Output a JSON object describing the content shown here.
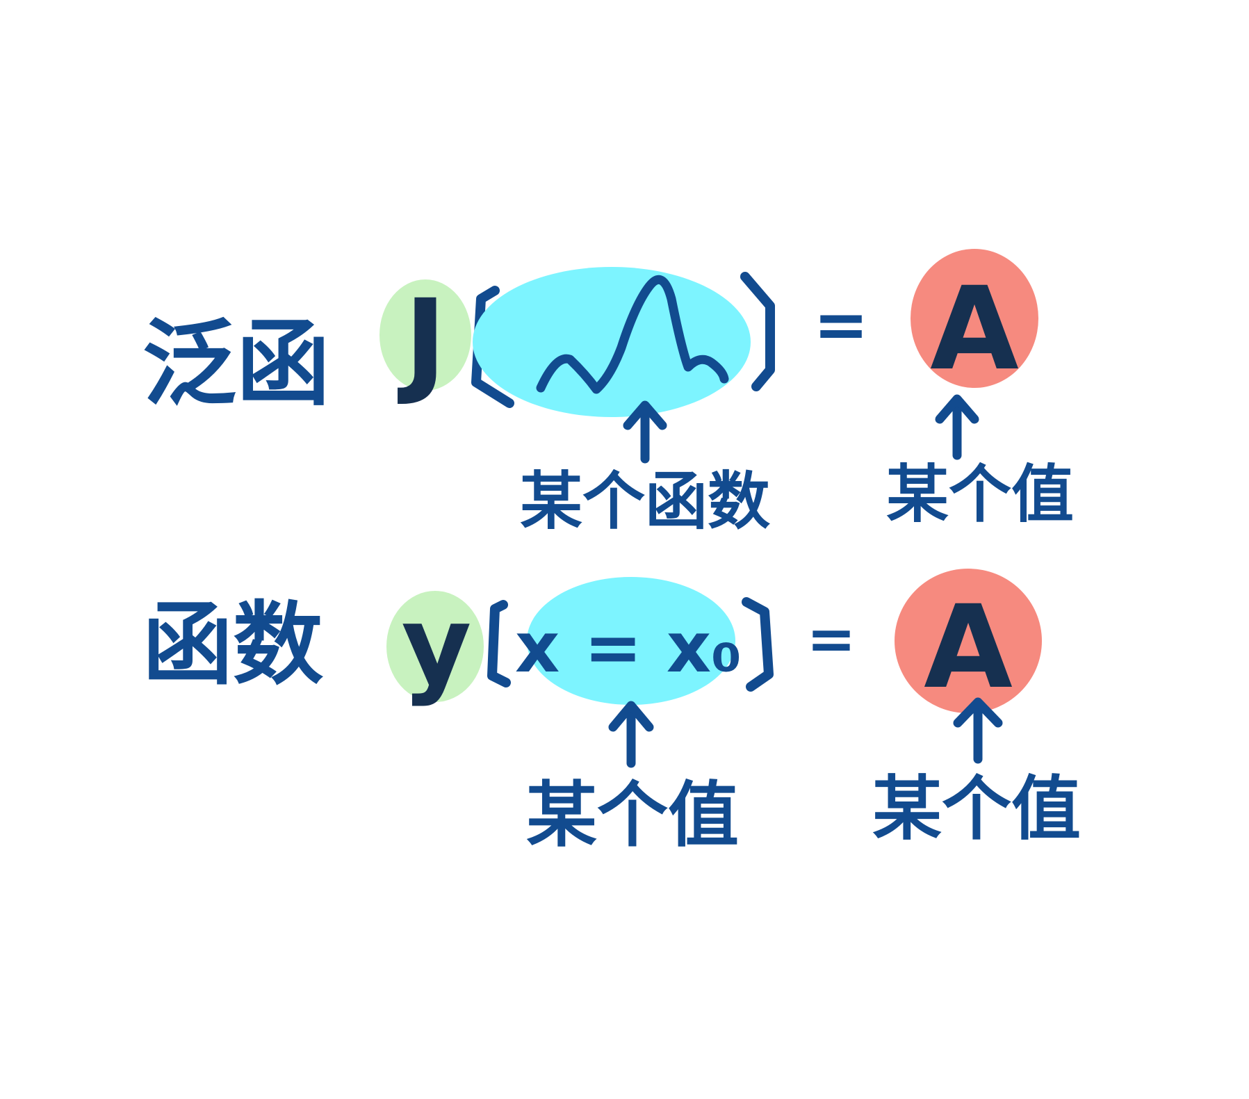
{
  "colors": {
    "ink": "#124b8f",
    "dark_ink": "#163050",
    "green_highlight": "#c8f2bf",
    "cyan_highlight": "#7df4ff",
    "red_highlight": "#f68a7f",
    "background": "#ffffff"
  },
  "row1": {
    "label": "泛函",
    "symbol": "J",
    "equals": "=",
    "result": "A",
    "input_caption": "某个函数",
    "result_caption": "某个值",
    "input_icon": "function-curve-icon"
  },
  "row2": {
    "label": "函数",
    "symbol": "y",
    "argument": "x = x₀",
    "equals": "=",
    "result": "A",
    "input_caption": "某个值",
    "result_caption": "某个值"
  }
}
